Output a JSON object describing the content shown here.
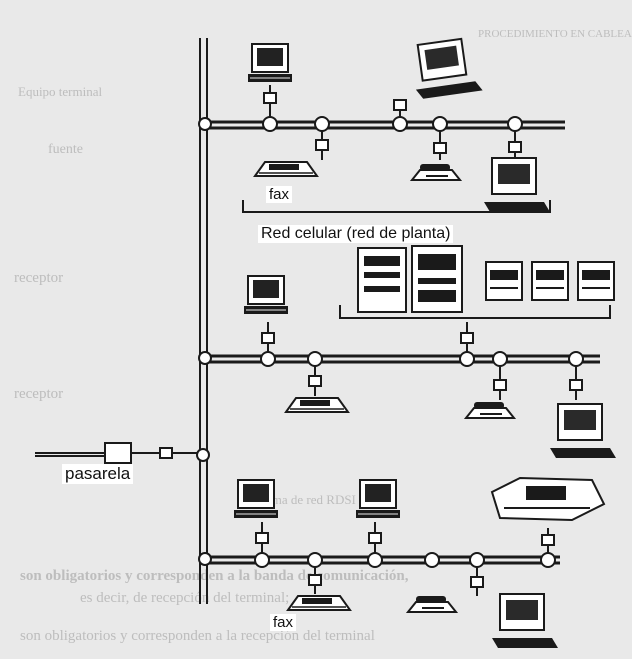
{
  "labels": {
    "fax_top": "fax",
    "red": "Red celular (red de planta)",
    "pasarela": "pasarela",
    "fax_bottom": "fax"
  },
  "background_text": {
    "top_right": "PROCEDIMIENTO EN CABLEADO",
    "equipo": "Equipo terminal",
    "fuente": "fuente",
    "receptor_1": "receptor",
    "receptor_2": "receptor",
    "caption": "Esquema de red RDSI",
    "line_1": "son obligatorios y corresponden a la banda de comunicación,",
    "line_2": "es decir, de recepción del terminal;",
    "line_3": "son obligatorios y corresponden a la recepción del terminal"
  },
  "colors": {
    "ink": "#1a1a1a",
    "paper": "#e9e9e9",
    "ghost": "#bdbdbd"
  }
}
